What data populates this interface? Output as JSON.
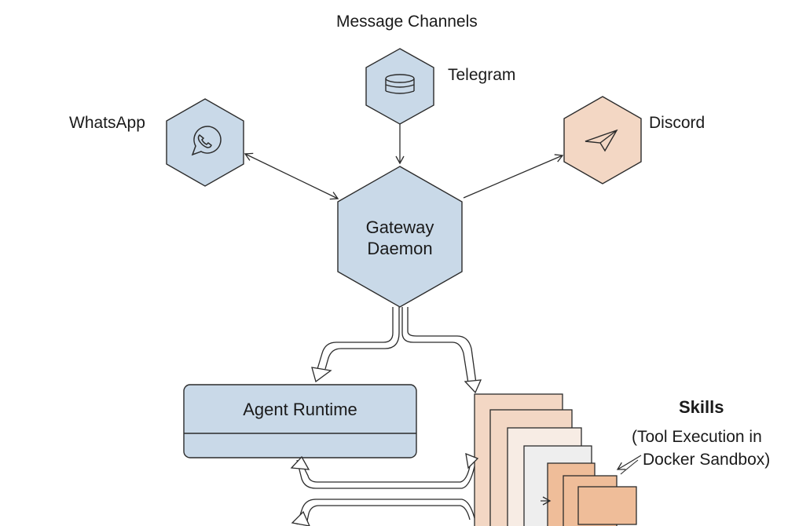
{
  "diagram": {
    "title": "Message Channels",
    "nodes": {
      "telegram": {
        "label": "Telegram",
        "icon": "database-icon",
        "fill": "#c9d9e8"
      },
      "whatsapp": {
        "label": "WhatsApp",
        "icon": "whatsapp-icon",
        "fill": "#c9d9e8"
      },
      "discord": {
        "label": "Discord",
        "icon": "paper-plane-icon",
        "fill": "#f3d7c4"
      },
      "gateway": {
        "label_line1": "Gateway",
        "label_line2": "Daemon",
        "fill": "#c9d9e8"
      },
      "agent_runtime": {
        "label": "Agent Runtime",
        "fill": "#c9d9e8"
      },
      "skills": {
        "title": "Skills",
        "note_line1": "(Tool Execution in",
        "note_line2": "Docker Sandbox)"
      }
    },
    "edges": [
      {
        "from": "telegram",
        "to": "gateway"
      },
      {
        "from": "whatsapp",
        "to": "gateway",
        "bidirectional": true
      },
      {
        "from": "gateway",
        "to": "discord"
      },
      {
        "from": "gateway",
        "to": "agent_runtime"
      },
      {
        "from": "gateway",
        "to": "skills"
      },
      {
        "from": "agent_runtime",
        "to": "skills",
        "bidirectional": true
      }
    ],
    "colors": {
      "stroke": "#2b2b2b",
      "blue": "#c9d9e8",
      "peach": "#f3d7c4",
      "peach_dark": "#efbd99",
      "gray": "#eeeeee"
    }
  }
}
